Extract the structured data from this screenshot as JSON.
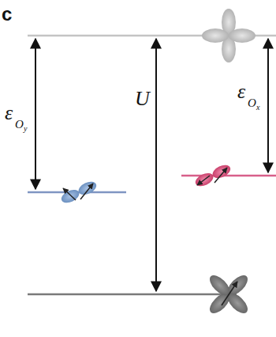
{
  "diagram": {
    "labels": [
      "c",
      "ε",
      "O",
      "y",
      "U",
      "ε",
      "O",
      "x"
    ]
  }
}
